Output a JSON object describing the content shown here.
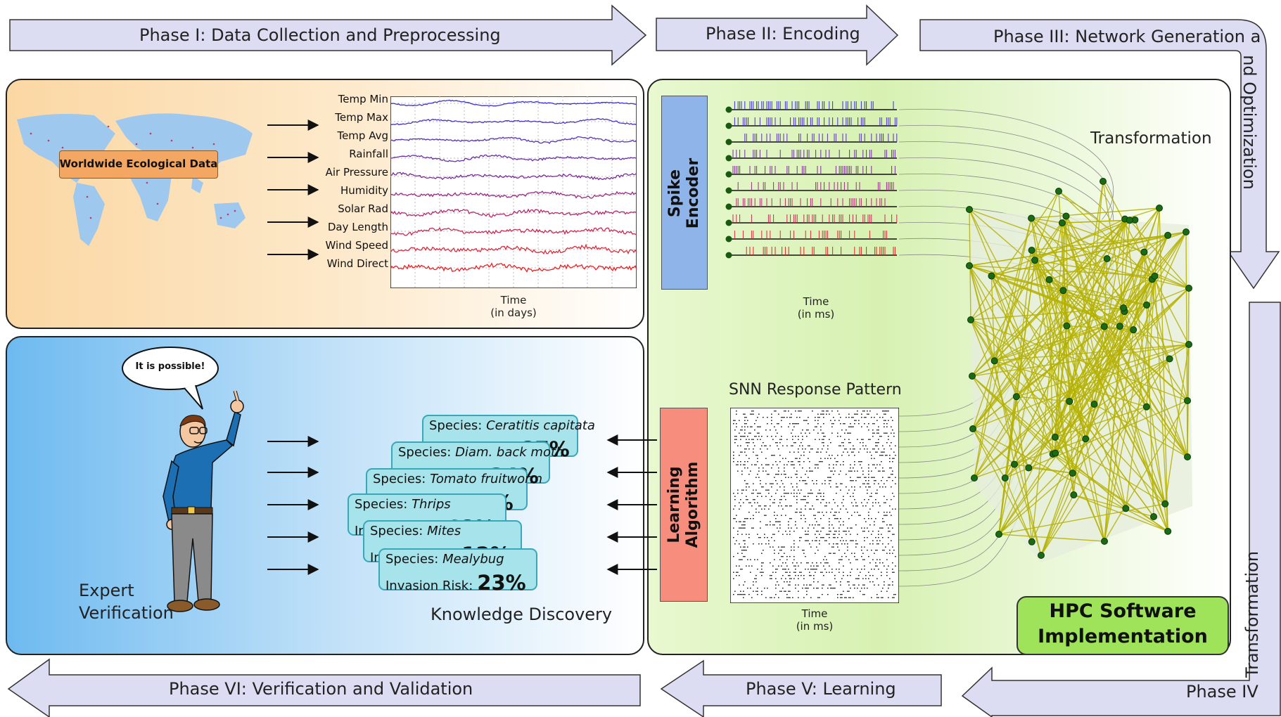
{
  "phases": {
    "p1": "Phase I: Data Collection and Preprocessing",
    "p2": "Phase II: Encoding",
    "p3a": "Phase III: Network Generation a",
    "p3b": "nd Optimization",
    "p4a": "Phase IV",
    "p4b": "Transformation",
    "p5": "Phase V: Learning",
    "p6": "Phase VI: Verification and Validation"
  },
  "data_panel": {
    "map_label": "Worldwide Ecological Data",
    "variables": [
      "Temp Min",
      "Temp Max",
      "Temp Avg",
      "Rainfall",
      "Air Pressure",
      "Humidity",
      "Solar Rad",
      "Day Length",
      "Wind Speed",
      "Wind Direct"
    ],
    "time_label": "Time",
    "time_unit": "(in days)"
  },
  "encoder": {
    "label_line1": "Spike",
    "label_line2": "Encoder",
    "time_label": "Time",
    "time_unit": "(in ms)"
  },
  "network": {
    "title": "Transformation"
  },
  "snn": {
    "title": "SNN Response Pattern",
    "time_label": "Time",
    "time_unit": "(in ms)"
  },
  "learning": {
    "label_line1": "Learning",
    "label_line2": "Algorithm"
  },
  "hpc": {
    "line1": "HPC Software",
    "line2": "Implementation"
  },
  "expert": {
    "bubble": "It is possible!",
    "label_line1": "Expert",
    "label_line2": "Verification"
  },
  "knowledge": {
    "title": "Knowledge Discovery",
    "risk_label": "Invasion Risk:",
    "species_prefix": "Species:",
    "cards": [
      {
        "species": "Ceratitis capitata",
        "risk": "87%"
      },
      {
        "species": "Diam. back moth",
        "risk": "34%"
      },
      {
        "species": "Tomato fruitworm",
        "risk": "94%"
      },
      {
        "species": "Thrips",
        "risk": "68%"
      },
      {
        "species": "Mites",
        "risk": "12%"
      },
      {
        "species": "Mealybug",
        "risk": "23%"
      }
    ]
  },
  "colors": {
    "phase_arrow_fill": "#dcdcf2",
    "data_panel_grad_left": "#fbd7a3",
    "expert_panel_grad_left": "#7cc0f2",
    "right_panel_grad": "#d2f0a8",
    "spike_encoder": "#8fb4ea",
    "learning_algorithm": "#f78d7d",
    "hpc_box": "#9ee35a",
    "network_edges": "#b5b100",
    "network_nodes": "#1a6b14",
    "card_fill": "#a6e3ea"
  }
}
